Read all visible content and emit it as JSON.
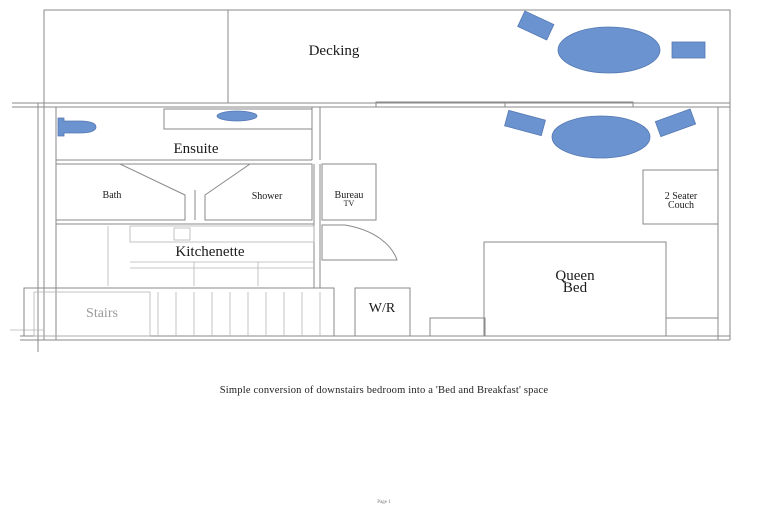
{
  "labels": {
    "decking": "Decking",
    "ensuite": "Ensuite",
    "bath": "Bath",
    "shower": "Shower",
    "bureau": "Bureau",
    "tv": "TV",
    "kitchenette": "Kitchenette",
    "stairs": "Stairs",
    "wr": "W/R",
    "queen_line1": "Queen",
    "queen_line2": "Bed",
    "couch_line1": "2 Seater",
    "couch_line2": "Couch"
  },
  "caption": "Simple conversion of downstairs bedroom into a 'Bed and Breakfast' space",
  "page_number": "Page 1",
  "colors": {
    "furniture": "#6b93cf",
    "walls": "#8a8a8a"
  }
}
